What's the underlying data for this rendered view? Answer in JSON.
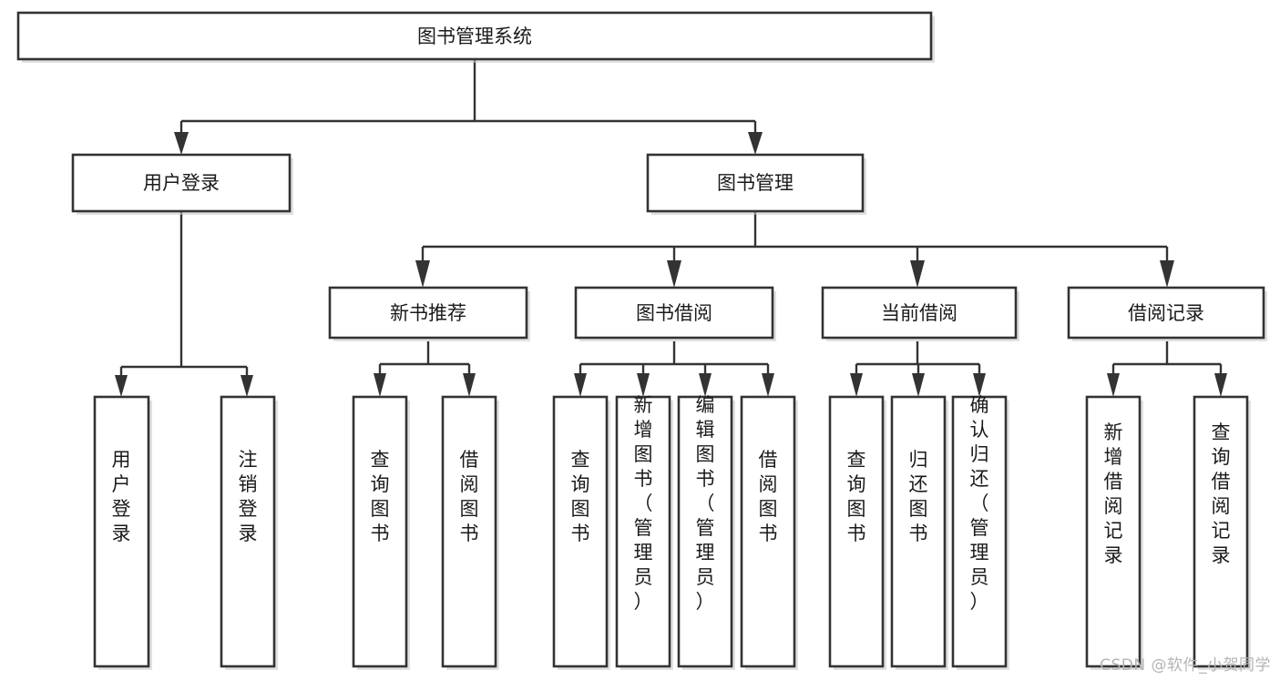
{
  "diagram": {
    "type": "hierarchy-tree",
    "title": "图书管理系统",
    "watermark": "CSDN @软件_小贺同学",
    "colors": {
      "box_stroke": "#333333",
      "box_fill": "#ffffff",
      "text": "#1a1a1a",
      "watermark": "#b4b4b4",
      "background": "#ffffff"
    },
    "root": {
      "label": "图书管理系统"
    },
    "level1": [
      {
        "label": "用户登录"
      },
      {
        "label": "图书管理"
      }
    ],
    "level2": [
      {
        "label": "新书推荐"
      },
      {
        "label": "图书借阅"
      },
      {
        "label": "当前借阅"
      },
      {
        "label": "借阅记录"
      }
    ],
    "leaves": {
      "user_login": [
        "用户登录",
        "注销登录"
      ],
      "new_book_recommend": [
        "查询图书",
        "借阅图书"
      ],
      "book_borrow": [
        "查询图书",
        "新增图书（管理员）",
        "编辑图书（管理员）",
        "借阅图书"
      ],
      "current_borrow": [
        "查询图书",
        "归还图书",
        "确认归还（管理员）"
      ],
      "borrow_record": [
        "新增借阅记录",
        "查询借阅记录"
      ]
    }
  }
}
